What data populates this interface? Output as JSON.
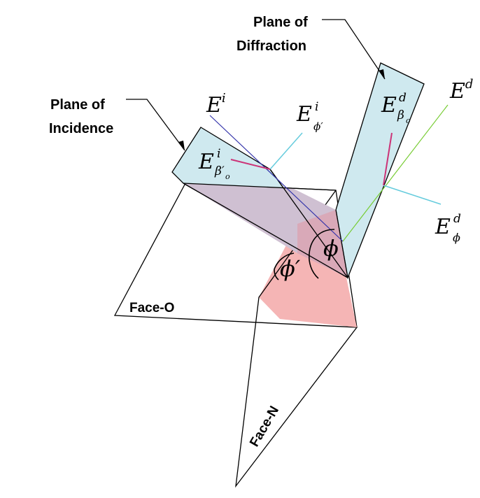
{
  "labels": {
    "plane_diffraction_line1": "Plane of",
    "plane_diffraction_line2": "Diffraction",
    "plane_incidence_line1": "Plane of",
    "plane_incidence_line2": "Incidence",
    "face_o": "Face-O",
    "face_n": "Face-N"
  },
  "math": {
    "E": "E",
    "phi": "ϕ",
    "phi_prime": "ϕ′",
    "sup_i": "i",
    "sup_d": "d",
    "sub_phi_prime": "ϕ′",
    "sub_phi": "ϕ",
    "sub_beta_prime": "β′",
    "sub_beta": "β",
    "sub_o": "o"
  },
  "colors": {
    "plane_fill": "#cfe9ef",
    "wedge_face_fill": "#f5b5b5",
    "overlap_fill": "#cfc0d2",
    "incident_ray": "#3333aa",
    "diffracted_ray": "#77cc33",
    "phi_component": "#66ccdd",
    "beta_component": "#cc3377",
    "outline": "#000000"
  }
}
